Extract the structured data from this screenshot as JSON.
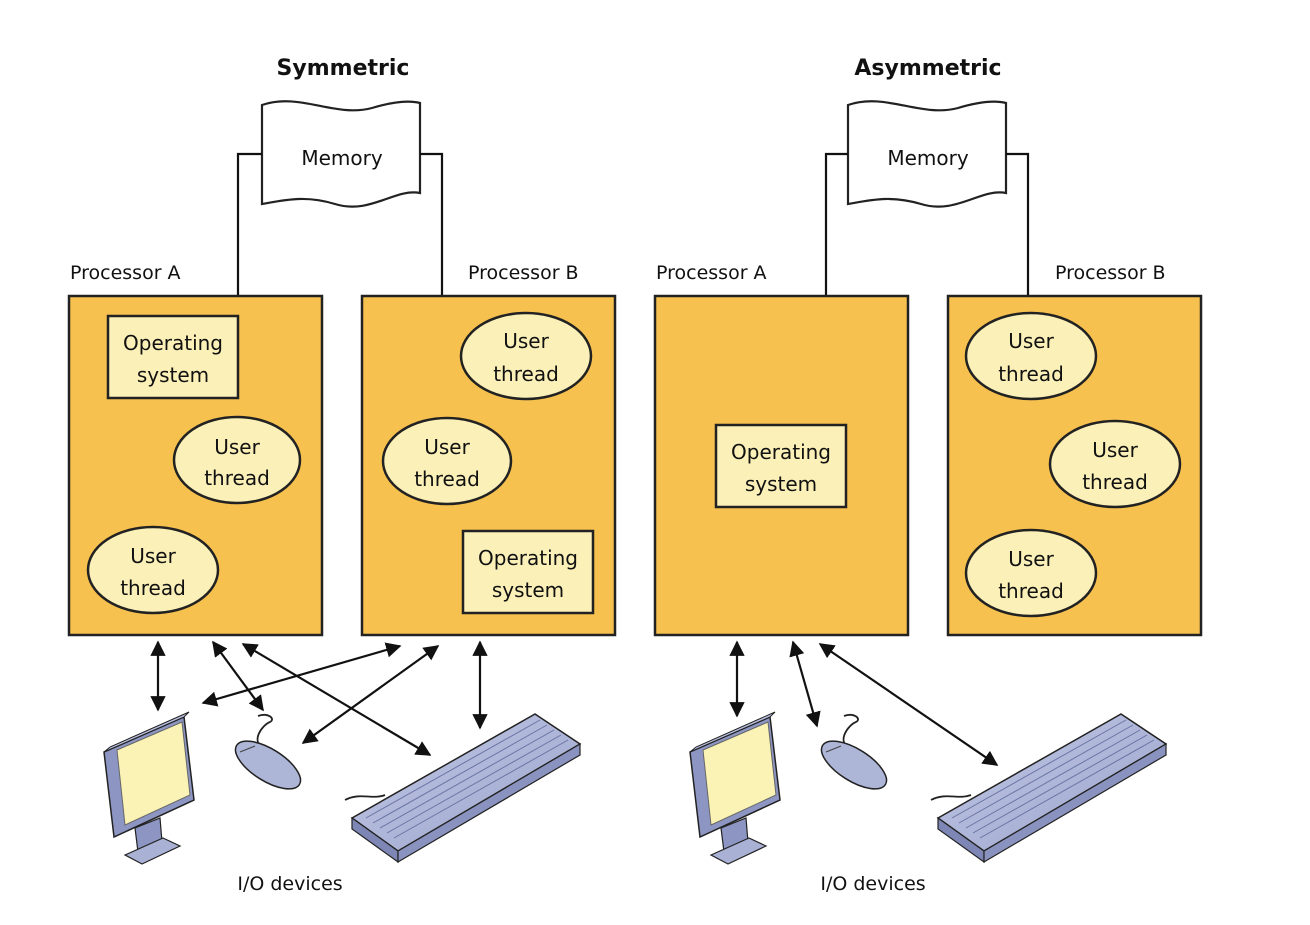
{
  "panels": [
    {
      "title": "Symmetric",
      "memory_label": "Memory",
      "processor_a": {
        "label": "Processor A",
        "os": [
          "Operating",
          "system"
        ],
        "threads": [
          [
            "User",
            "thread"
          ],
          [
            "User",
            "thread"
          ]
        ]
      },
      "processor_b": {
        "label": "Processor B",
        "os": [
          "Operating",
          "system"
        ],
        "threads": [
          [
            "User",
            "thread"
          ],
          [
            "User",
            "thread"
          ]
        ]
      },
      "io_label": "I/O devices"
    },
    {
      "title": "Asymmetric",
      "memory_label": "Memory",
      "processor_a": {
        "label": "Processor A",
        "os": [
          "Operating",
          "system"
        ],
        "threads": []
      },
      "processor_b": {
        "label": "Processor B",
        "os": null,
        "threads": [
          [
            "User",
            "thread"
          ],
          [
            "User",
            "thread"
          ],
          [
            "User",
            "thread"
          ]
        ]
      },
      "io_label": "I/O devices"
    }
  ],
  "colors": {
    "processor": "#f6c14e",
    "inner_fill": "#fbf0b8",
    "monitor": "#a9b1d4",
    "screen": "#fbf3b5",
    "device": "#aeb6d8"
  }
}
